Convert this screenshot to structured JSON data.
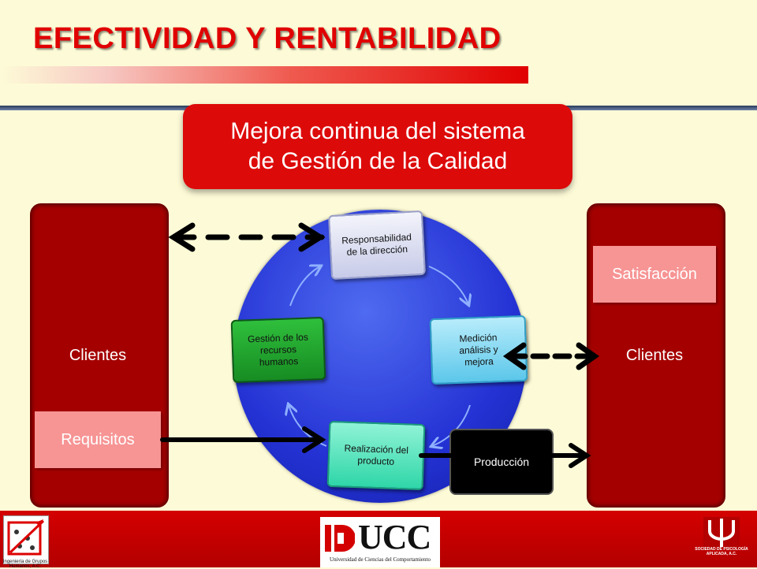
{
  "title": "EFECTIVIDAD Y RENTABILIDAD",
  "banner": {
    "line1": "Mejora continua del sistema",
    "line2": "de Gestión de la Calidad"
  },
  "left_panel": {
    "label": "Clientes",
    "box": "Requisitos"
  },
  "right_panel": {
    "label": "Clientes",
    "box": "Satisfacción"
  },
  "cycle": {
    "top": {
      "line1": "Responsabilidad",
      "line2": "de la dirección"
    },
    "right": {
      "line1": "Medición",
      "line2": "análisis y",
      "line3": "mejora"
    },
    "bottom": {
      "line1": "Realización del",
      "line2": "producto"
    },
    "left": {
      "line1": "Gestión de los",
      "line2": "recursos",
      "line3": "humanos"
    }
  },
  "output_box": "Producción",
  "colors": {
    "accent_red": "#dd0a0a",
    "panel_red": "#a50000",
    "pink": "#f79494",
    "circle_blue": "#2432d4",
    "node_top": "#d9dcf2",
    "node_right": "#7fd6f2",
    "node_bottom": "#3fe0b6",
    "node_left": "#1e9e2a"
  },
  "footer": {
    "logo_center": "UCC",
    "logo_center_sub": "Universidad de Ciencias del Comportamiento",
    "logo_left_caption": "Ingeniería de Grupos Humanos, A.C.",
    "logo_right_caption": "SOCIEDAD DE PSICOLOGÍA APLICADA, A.C."
  }
}
